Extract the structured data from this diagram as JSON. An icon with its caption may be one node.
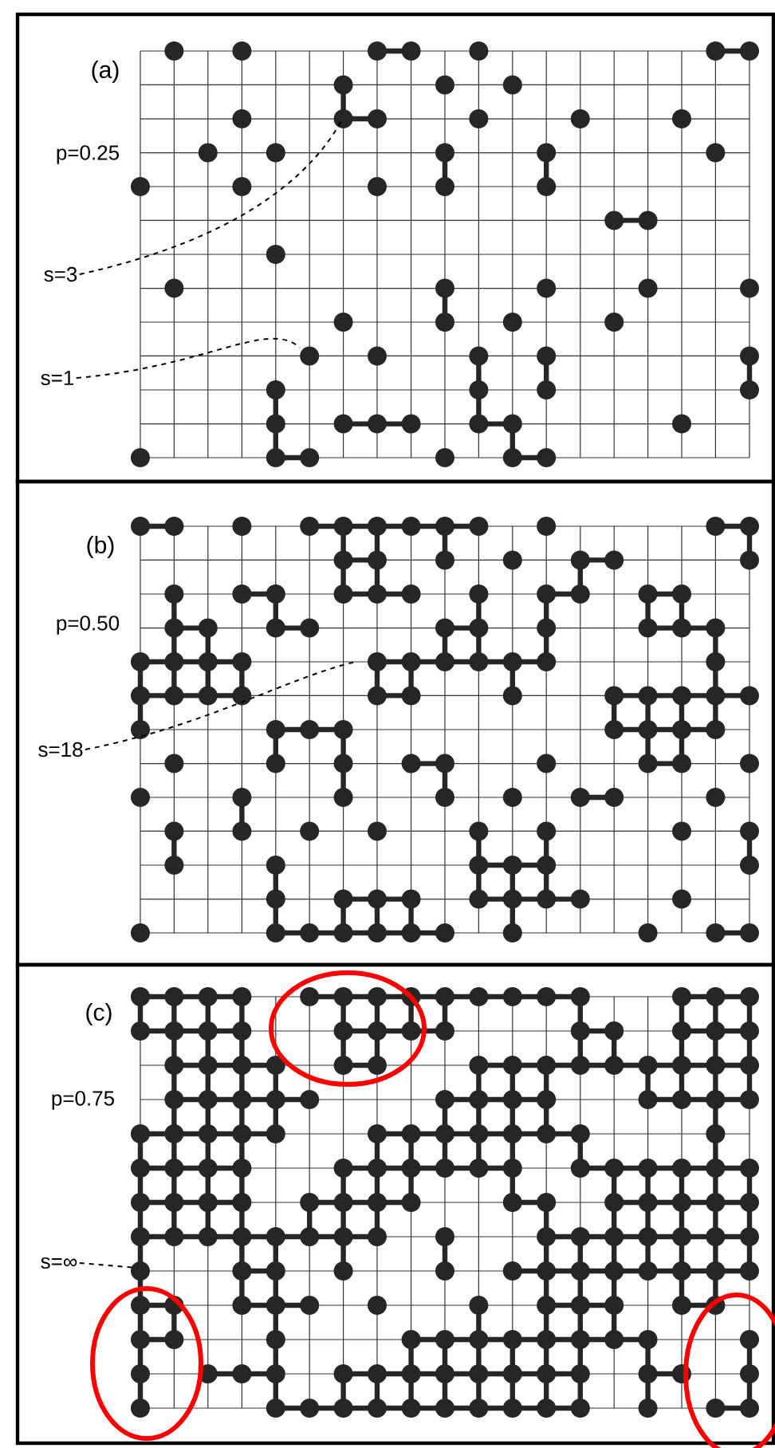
{
  "diagram": {
    "nodes": [
      {
        "text": [
          "(a)",
          "p=0.25"
        ]
      },
      {
        "text": [
          "s=3"
        ],
        "in": 0
      },
      {
        "text": [
          "s=1"
        ],
        "in": 0
      },
      {
        "text": [
          "(b)",
          "p=0.50"
        ]
      },
      {
        "text": [
          "s=18"
        ],
        "in": 3
      },
      {
        "text": [
          "(c)",
          "p=0.75"
        ]
      },
      {
        "text": [
          "s=∞"
        ],
        "in": 5
      }
    ],
    "edges": [
      {
        "from": 1,
        "to": null,
        "arrow": "none",
        "style": "dashed"
      },
      {
        "from": 2,
        "to": null,
        "arrow": "none",
        "style": "dashed"
      },
      {
        "from": 4,
        "to": null,
        "arrow": "none",
        "style": "dashed"
      },
      {
        "from": 6,
        "to": null,
        "arrow": "none",
        "style": "dashed"
      }
    ]
  }
}
